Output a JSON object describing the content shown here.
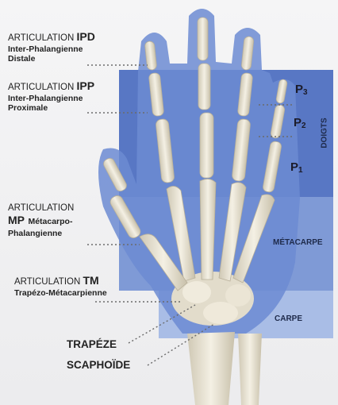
{
  "labels": {
    "ipd": {
      "prefix": "ARTICULATION ",
      "abbr": "IPD",
      "line1": "Inter-Phalangienne",
      "line2": "Distale"
    },
    "ipp": {
      "prefix": "ARTICULATION ",
      "abbr": "IPP",
      "line1": "Inter-Phalangienne",
      "line2": "Proximale"
    },
    "mp": {
      "prefix": "ARTICULATION",
      "abbr": "MP",
      "rest": "Métacarpo-",
      "line2": "Phalangienne"
    },
    "tm": {
      "prefix": "ARTICULATION ",
      "abbr": "TM",
      "line1": "Trapézo-Métacarpienne"
    }
  },
  "phalanges": {
    "p3": {
      "letter": "P",
      "num": "3"
    },
    "p2": {
      "letter": "P",
      "num": "2"
    },
    "p1": {
      "letter": "P",
      "num": "1"
    }
  },
  "zones": {
    "doigts": "DOIGTS",
    "metacarpe": "MÉTACARPE",
    "carpe": "CARPE"
  },
  "bottom": {
    "trapeze": "TRAPÉZE",
    "scaphoide": "SCAPHOÏDE"
  },
  "colors": {
    "band_doigts": "#5877c4",
    "band_metacarpe": "#7f9ad6",
    "band_carpe": "#a9bde6",
    "hand_halo": "#6c8bd2",
    "bone": "#e6e0cf"
  }
}
